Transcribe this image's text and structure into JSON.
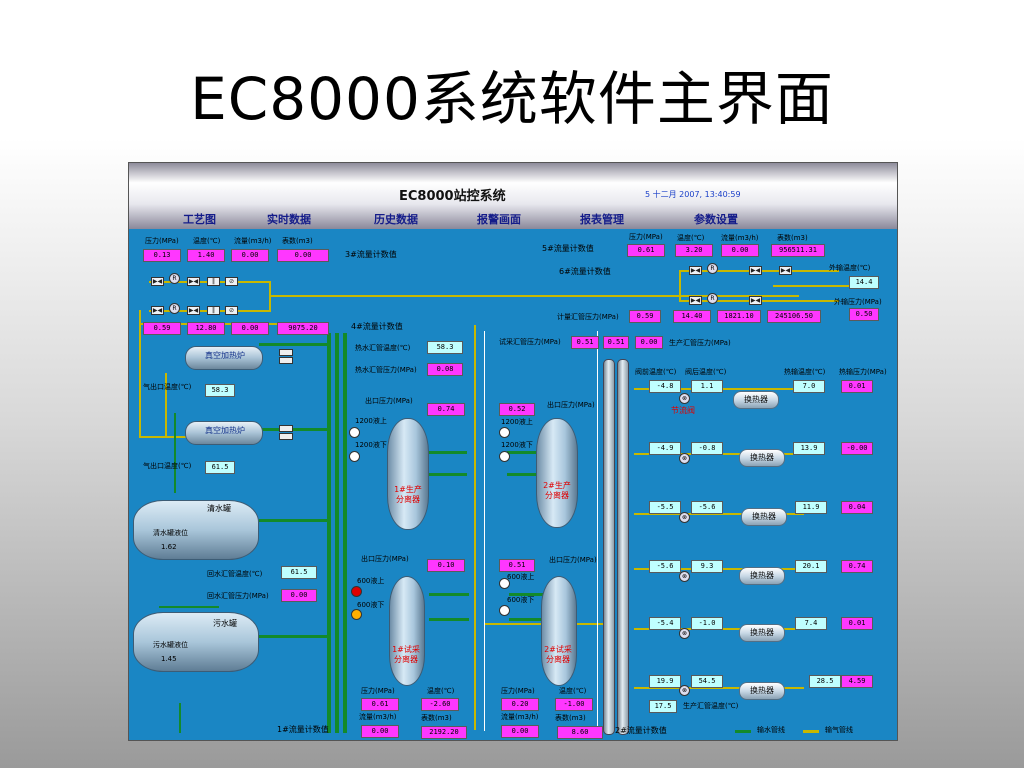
{
  "slide": {
    "title": "EC8000系统软件主界面"
  },
  "header": {
    "system_title": "EC8000站控系统",
    "datetime": "5 十二月 2007, 13:40:59",
    "menu": [
      "工艺图",
      "实时数据",
      "历史数据",
      "报警画面",
      "报表管理",
      "参数设置"
    ]
  },
  "meter3": {
    "labels": [
      "压力(MPa)",
      "温度(℃)",
      "流量(m3/h)",
      "表数(m3)"
    ],
    "values": [
      "0.13",
      "1.40",
      "0.00",
      "0.00"
    ],
    "name": "3#流量计数值"
  },
  "meter4": {
    "values": [
      "0.59",
      "12.80",
      "0.00",
      "9075.20"
    ],
    "name": "4#流量计数值"
  },
  "meter5": {
    "labels": [
      "压力(MPa)",
      "温度(℃)",
      "流量(m3/h)",
      "表数(m3)"
    ],
    "values": [
      "0.61",
      "3.20",
      "0.00",
      "956511.31"
    ],
    "name": "5#流量计数值"
  },
  "meter6": {
    "name": "6#流量计数值",
    "label": "计量汇管压力(MPa)",
    "values": [
      "0.59",
      "14.40",
      "1821.10",
      "245106.50"
    ]
  },
  "outlet": {
    "temp_label": "外输温度(℃)",
    "temp_value": "14.4",
    "press_label": "外输压力(MPa)",
    "press_value": "0.50"
  },
  "heaters": {
    "h1": {
      "name": "真空加热炉",
      "out_temp_label": "气出口温度(℃)",
      "out_temp_value": "58.3"
    },
    "h2": {
      "name": "真空加热炉",
      "out_temp_label": "气出口温度(℃)",
      "out_temp_value": "61.5"
    }
  },
  "hot_water": {
    "temp_label": "热水汇管温度(℃)",
    "temp_value": "58.3",
    "press_label": "热水汇管压力(MPa)",
    "press_value": "0.08"
  },
  "return_water": {
    "temp_label": "回水汇管温度(℃)",
    "temp_value": "61.5",
    "press_label": "回水汇管压力(MPa)",
    "press_value": "0.00"
  },
  "tanks": {
    "clean": {
      "name": "清水罐",
      "level_label": "清水罐液位",
      "level_value": "1.62"
    },
    "waste": {
      "name": "污水罐",
      "level_label": "污水罐液位",
      "level_value": "1.45"
    }
  },
  "test_header": {
    "label": "试采汇管压力(MPa)",
    "v1": "0.51",
    "v2": "0.51",
    "v3": "0.00",
    "prod_label": "生产汇管压力(MPa)"
  },
  "separators": {
    "outlet_press_label": "出口压力(MPa)",
    "s1": {
      "name": "1#生产\n分离器",
      "press": "0.74",
      "level_hi": "1200液上",
      "level_lo": "1200液下"
    },
    "s2": {
      "name": "2#生产\n分离器",
      "press": "0.52",
      "level_hi": "1200液上",
      "level_lo": "1200液下"
    },
    "s3": {
      "name": "1#试采\n分离器",
      "press": "0.10",
      "level_hi": "600液上",
      "level_lo": "600液下"
    },
    "s4": {
      "name": "2#试采\n分离器",
      "press": "0.51",
      "level_hi": "600液上",
      "level_lo": "600液下"
    }
  },
  "meter1": {
    "labels": [
      "压力(MPa)",
      "温度(℃)",
      "流量(m3/h)",
      "表数(m3)"
    ],
    "values": [
      "0.61",
      "-2.60",
      "0.00",
      "2192.20"
    ],
    "name": "1#流量计数值"
  },
  "meter2": {
    "labels": [
      "压力(MPa)",
      "温度(℃)",
      "流量(m3/h)",
      "表数(m3)"
    ],
    "values": [
      "0.20",
      "-1.00",
      "0.00",
      "8.60"
    ],
    "name": "2#流量计数值"
  },
  "exchangers": {
    "before_label": "阀前温度(℃)",
    "after_label": "阀后温度(℃)",
    "hot_temp_label": "热输温度(℃)",
    "hot_press_label": "热输压力(MPa)",
    "throttle_label": "节流阀",
    "hx_name": "换热器",
    "rows": [
      {
        "before": "-4.8",
        "after": "1.1",
        "temp": "7.0",
        "press": "0.01"
      },
      {
        "before": "-4.9",
        "after": "-0.8",
        "temp": "13.9",
        "press": "-0.00"
      },
      {
        "before": "-5.5",
        "after": "-5.6",
        "temp": "11.9",
        "press": "0.04"
      },
      {
        "before": "-5.6",
        "after": "9.3",
        "temp": "20.1",
        "press": "0.74"
      },
      {
        "before": "-5.4",
        "after": "-1.0",
        "temp": "7.4",
        "press": "0.01"
      },
      {
        "before": "19.9",
        "after": "54.5",
        "temp": "28.5",
        "press": "4.59"
      }
    ],
    "prod_temp_label": "生产汇管温度(℃)",
    "prod_temp_value": "17.5"
  },
  "legend": {
    "water": "输水管线",
    "gas": "输气管线"
  },
  "colors": {
    "screen_bg": "#1a86c4",
    "value_box": "#ff37ff",
    "cyan_box": "#bfffff",
    "gas_pipe": "#c8b800",
    "water_pipe": "#138a2a"
  }
}
